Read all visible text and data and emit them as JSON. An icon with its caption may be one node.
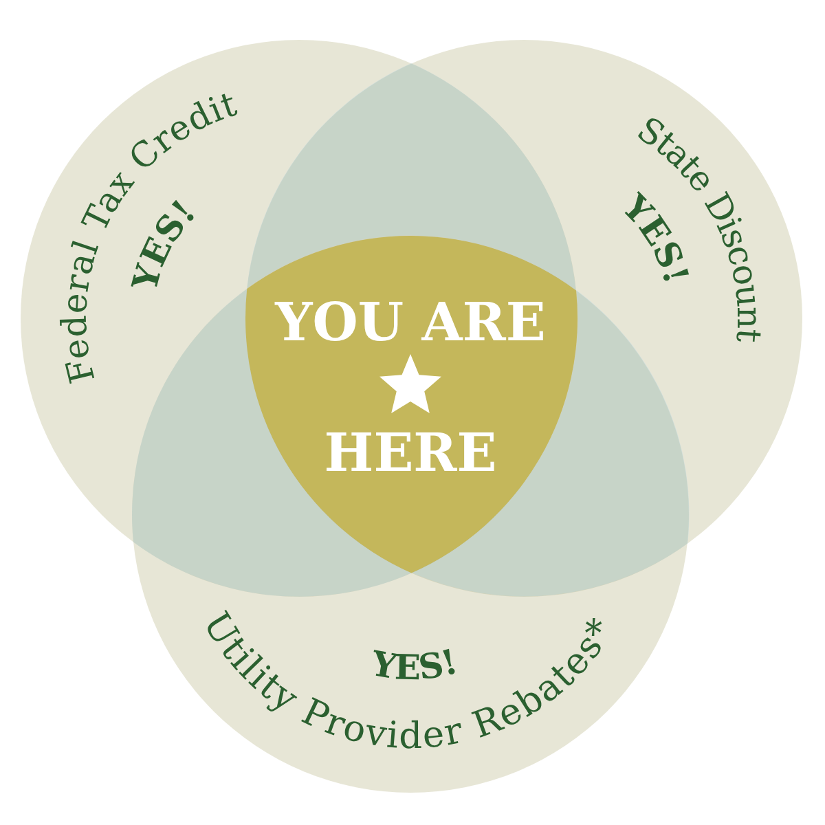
{
  "diagram": {
    "nodes": [
      {
        "text": [
          "Federal Tax Credit",
          "YES!"
        ]
      },
      {
        "text": [
          "State Discount",
          "YES!"
        ]
      },
      {
        "text": [
          "Utility Provider Rebates*",
          "YES!"
        ]
      },
      {
        "text": [
          "YOU ARE",
          "HERE"
        ]
      },
      {
        "text": [],
        "shape": "lens"
      },
      {
        "text": [],
        "shape": "lens"
      },
      {
        "text": [],
        "shape": "lens"
      }
    ]
  }
}
